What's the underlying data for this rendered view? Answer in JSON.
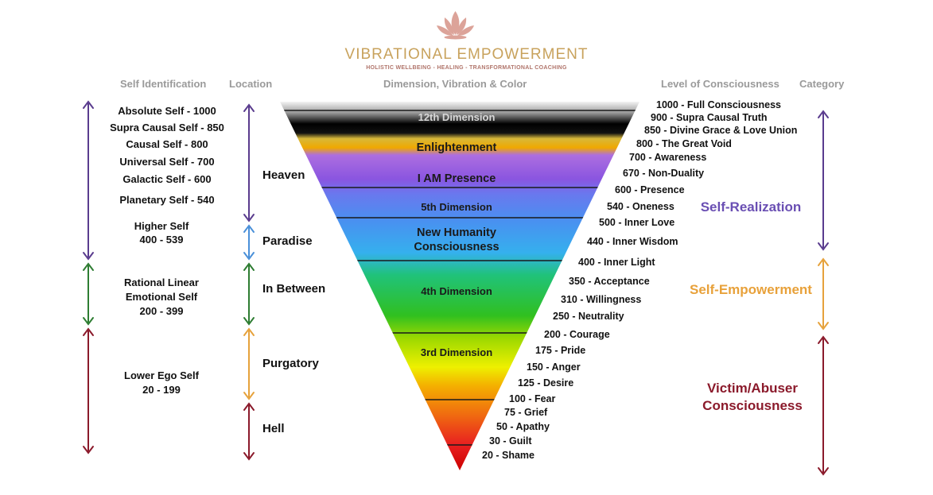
{
  "brand": {
    "title": "VIBRATIONAL   EMPOWERMENT",
    "subtitle": "HOLISTIC WELLBEING - HEALING - TRANSFORMATIONAL COACHING",
    "logo": "lotus-icon",
    "color_title": "#c8a25c",
    "color_logo": "#d99a8f"
  },
  "headers": {
    "self_identification": "Self Identification",
    "location": "Location",
    "dimension": "Dimension, Vibration & Color",
    "level": "Level of Consciousness",
    "category": "Category"
  },
  "self_identification": {
    "items": [
      "Absolute Self - 1000",
      "Supra Causal Self - 850",
      "Causal Self - 800",
      "Universal Self - 700",
      "Galactic Self - 600",
      "Planetary Self - 540"
    ],
    "higher_self": {
      "name": "Higher Self",
      "range": "400 - 539"
    },
    "rational": {
      "line1": "Rational Linear",
      "line2": "Emotional Self",
      "range": "200 - 399"
    },
    "lower": {
      "name": "Lower Ego Self",
      "range": "20 - 199"
    }
  },
  "locations": [
    "Heaven",
    "Paradise",
    "In Between",
    "Purgatory",
    "Hell"
  ],
  "bands": {
    "twelfth": "12th Dimension",
    "enlightenment": "Enlightenment",
    "iam": "I AM Presence",
    "fifth": "5th Dimension",
    "new_humanity_1": "New Humanity",
    "new_humanity_2": "Consciousness",
    "fourth": "4th Dimension",
    "third": "3rd Dimension"
  },
  "levels": [
    "1000 - Full Consciousness",
    "900 - Supra Causal Truth",
    "850 - Divine Grace & Love Union",
    "800 - The Great Void",
    "700 - Awareness",
    "670 - Non-Duality",
    "600 - Presence",
    "540 - Oneness",
    "500 - Inner Love",
    "440 - Inner Wisdom",
    "400 - Inner Light",
    "350 - Acceptance",
    "310 - Willingness",
    "250 - Neutrality",
    "200 - Courage",
    "175 - Pride",
    "150 - Anger",
    "125 - Desire",
    "100 - Fear",
    "75 - Grief",
    "50 - Apathy",
    "30 - Guilt",
    "20 - Shame"
  ],
  "categories": {
    "self_realization": "Self-Realization",
    "self_empowerment": "Self-Empowerment",
    "victim_1": "Victim/Abuser",
    "victim_2": "Consciousness"
  },
  "colors": {
    "purple": "#5a3c8e",
    "blue": "#4a90d9",
    "green": "#2e7d32",
    "orange": "#e6a23c",
    "red": "#8b1a2b",
    "self_realization": "#6a4fb3",
    "self_empowerment": "#e8a13a",
    "victim": "#8b1a2b"
  }
}
